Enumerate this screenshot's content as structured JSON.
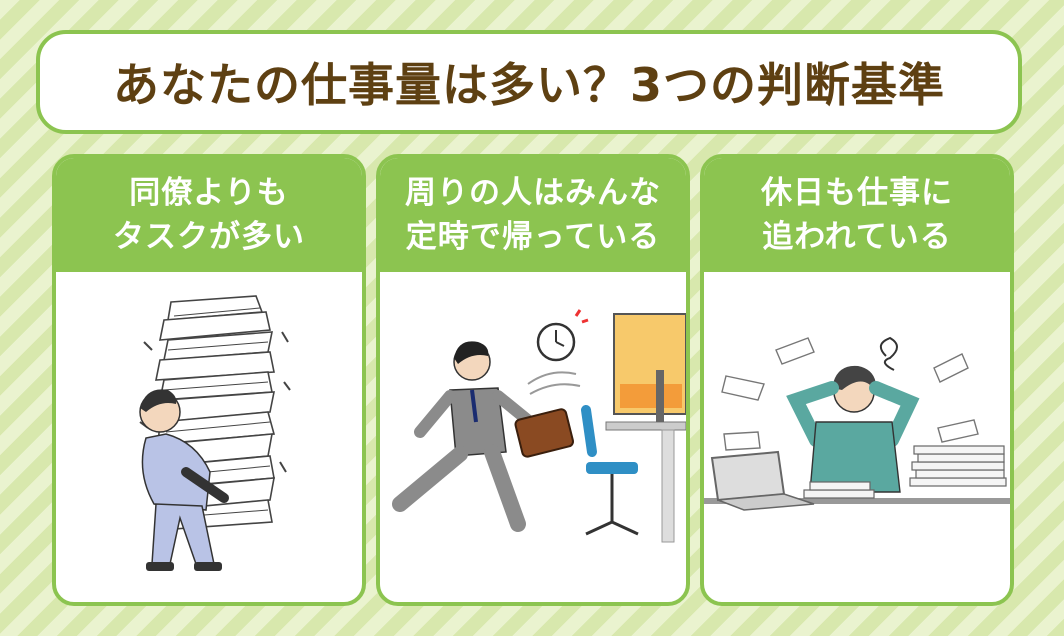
{
  "title": "あなたの仕事量は多い？3つの判断基準",
  "cards": [
    {
      "line1": "同僚よりも",
      "line2": "タスクが多い",
      "illustration": "man-carrying-paper-stack"
    },
    {
      "line1": "周りの人はみんな",
      "line2": "定時で帰っている",
      "illustration": "man-leaving-office-with-clock"
    },
    {
      "line1": "休日も仕事に",
      "line2": "追われている",
      "illustration": "stressed-woman-at-desk"
    }
  ],
  "colors": {
    "accent": "#8cc450",
    "title_text": "#5e4012",
    "stripe_light": "#eaf3cf",
    "stripe_dark": "#d8e8ad"
  }
}
